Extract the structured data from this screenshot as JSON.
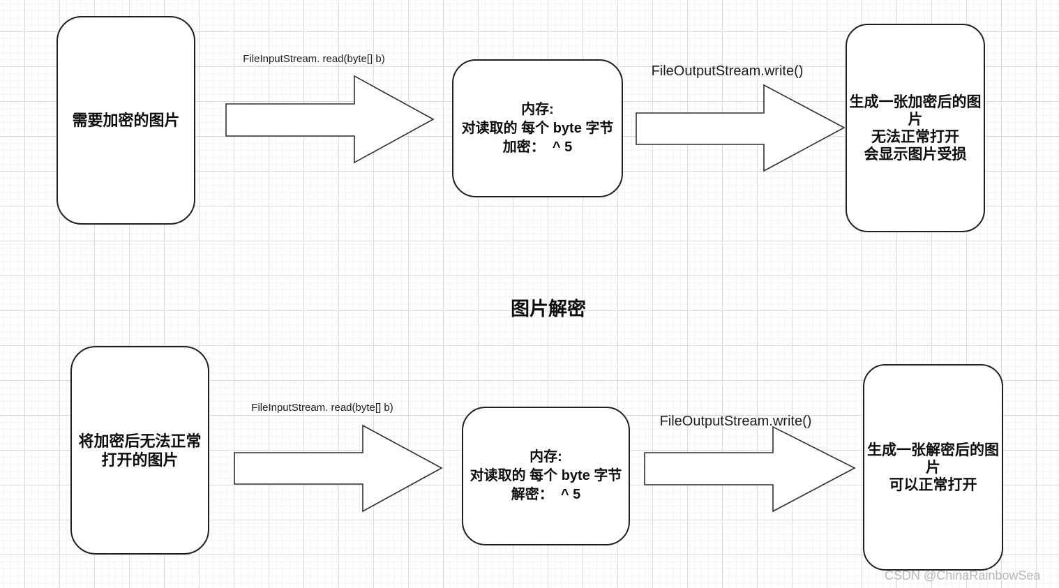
{
  "canvas": {
    "background": "#ffffff",
    "grid_minor_color": "#f4f4f4",
    "grid_major_color": "#dbdbdb",
    "shape_stroke_color": "#1f1f1f",
    "text_color": "#0d0d0d",
    "watermark_color": "#b7b7b7"
  },
  "section_title": "图片解密",
  "watermark": "CSDN @ChinaRainbowSea",
  "encrypt_flow": {
    "source_box": {
      "lines": [
        "需要加密的图片"
      ]
    },
    "read_arrow": {
      "label": "FileInputStream. read(byte[] b)"
    },
    "memory_box": {
      "lines": [
        "内存:",
        "对读取的 每个 byte 字节",
        "加密：  ^ 5"
      ]
    },
    "write_arrow": {
      "label": "FileOutputStream.write()"
    },
    "result_box": {
      "lines": [
        "生成一张加密后的图",
        "片",
        "无法正常打开",
        "会显示图片受损"
      ]
    }
  },
  "decrypt_flow": {
    "source_box": {
      "lines": [
        "将加密后无法正常",
        "打开的图片"
      ]
    },
    "read_arrow": {
      "label": "FileInputStream. read(byte[] b)"
    },
    "memory_box": {
      "lines": [
        "内存:",
        "对读取的 每个 byte 字节",
        "解密：  ^ 5"
      ]
    },
    "write_arrow": {
      "label": "FileOutputStream.write()"
    },
    "result_box": {
      "lines": [
        "生成一张解密后的图",
        "片",
        "可以正常打开"
      ]
    }
  }
}
